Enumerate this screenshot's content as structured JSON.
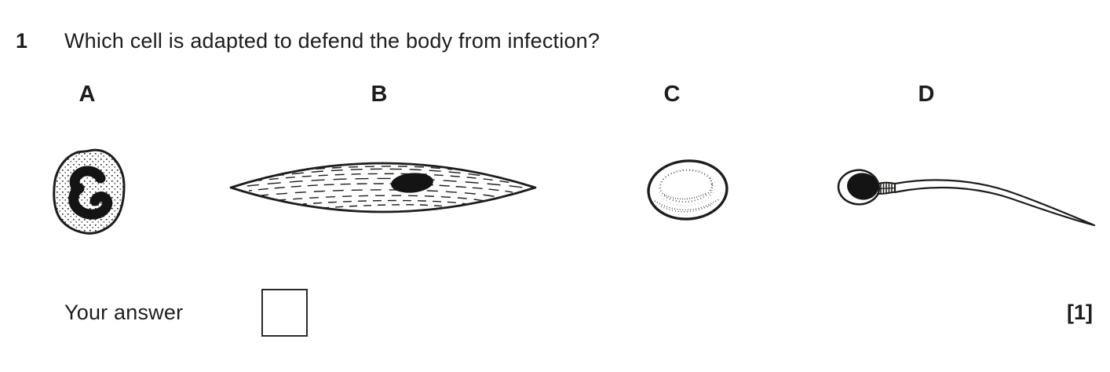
{
  "question": {
    "number": "1",
    "text": "Which cell is adapted to defend the body from infection?",
    "answer_prompt": "Your answer",
    "answer_value": "",
    "marks": "[1]"
  },
  "options": [
    {
      "label": "A",
      "figure": "white-blood-cell"
    },
    {
      "label": "B",
      "figure": "muscle-cell"
    },
    {
      "label": "C",
      "figure": "red-blood-cell"
    },
    {
      "label": "D",
      "figure": "sperm-cell"
    }
  ],
  "colors": {
    "ink": "#1d1d1b",
    "paper": "#ffffff"
  }
}
